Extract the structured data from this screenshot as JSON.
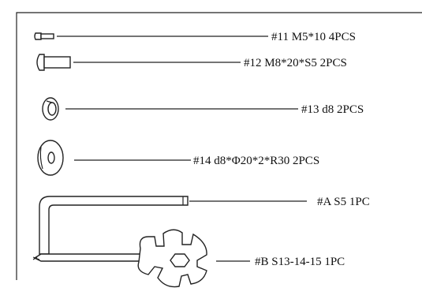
{
  "parts": [
    {
      "id": "part-11",
      "icon": "bolt-short-icon",
      "label": "#11 M5*10 4PCS"
    },
    {
      "id": "part-12",
      "icon": "bolt-long-icon",
      "label": "#12 M8*20*S5 2PCS"
    },
    {
      "id": "part-13",
      "icon": "spring-washer-icon",
      "label": "#13 d8 2PCS"
    },
    {
      "id": "part-14",
      "icon": "flat-washer-icon",
      "label": "#14 d8*Φ20*2*R30 2PCS"
    },
    {
      "id": "part-a",
      "icon": "allen-key-icon",
      "label": "#A S5 1PC"
    },
    {
      "id": "part-b",
      "icon": "multi-wrench-icon",
      "label": "#B S13-14-15 1PC"
    }
  ]
}
